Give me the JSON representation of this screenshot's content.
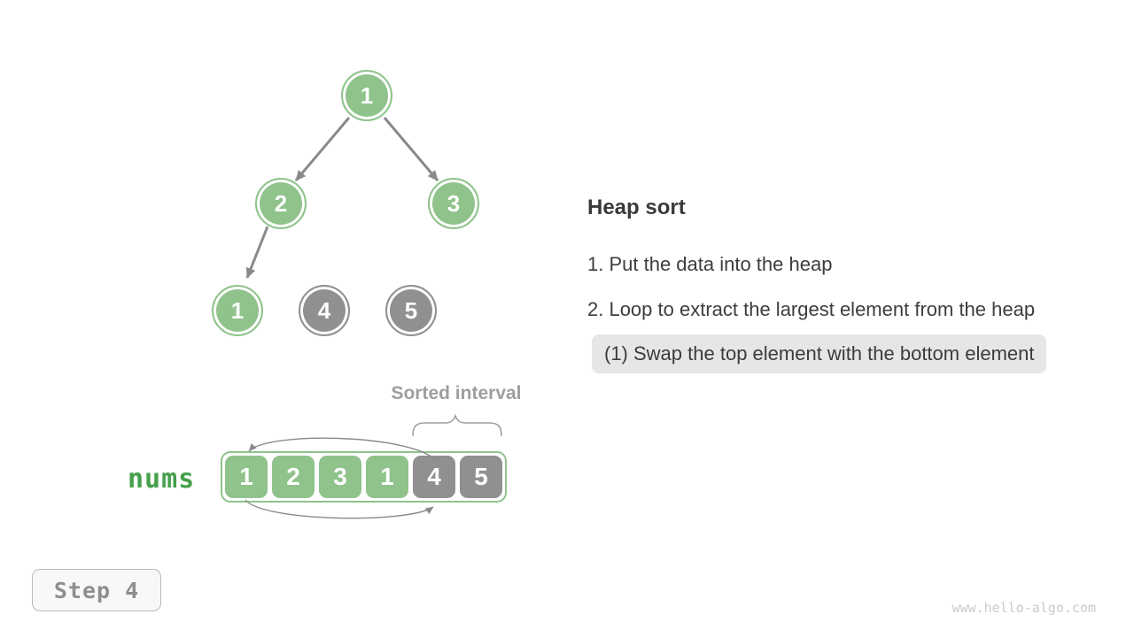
{
  "title_context": "Heap sort algorithm step diagram",
  "tree": {
    "nodes": [
      {
        "value": "1",
        "state": "heap"
      },
      {
        "value": "2",
        "state": "heap"
      },
      {
        "value": "3",
        "state": "heap"
      },
      {
        "value": "1",
        "state": "heap"
      },
      {
        "value": "4",
        "state": "sorted"
      },
      {
        "value": "5",
        "state": "sorted"
      }
    ],
    "edges": [
      {
        "from": 0,
        "to": 1
      },
      {
        "from": 0,
        "to": 2
      },
      {
        "from": 1,
        "to": 3
      }
    ]
  },
  "array": {
    "label": "nums",
    "cells": [
      {
        "value": "1",
        "state": "heap"
      },
      {
        "value": "2",
        "state": "heap"
      },
      {
        "value": "3",
        "state": "heap"
      },
      {
        "value": "1",
        "state": "heap"
      },
      {
        "value": "4",
        "state": "sorted"
      },
      {
        "value": "5",
        "state": "sorted"
      }
    ],
    "sorted_interval_label": "Sorted interval",
    "swap": {
      "from_index": 0,
      "to_index": 4
    }
  },
  "panel": {
    "title": "Heap sort",
    "items": [
      "1. Put the data into the heap",
      "2. Loop to extract the largest element from the heap"
    ],
    "highlight": "(1) Swap the top element with the bottom element"
  },
  "footer": {
    "step_label": "Step 4",
    "watermark": "www.hello-algo.com"
  },
  "colors": {
    "heap_green": "#8FC38B",
    "sorted_gray": "#909090",
    "label_green": "#44A04A",
    "arrow_gray": "#8a8a8a",
    "muted_gray": "#9e9e9e",
    "text_dark": "#3a3a3a",
    "highlight_bg": "#e6e6e6",
    "watermark_gray": "#cbcbcb"
  }
}
